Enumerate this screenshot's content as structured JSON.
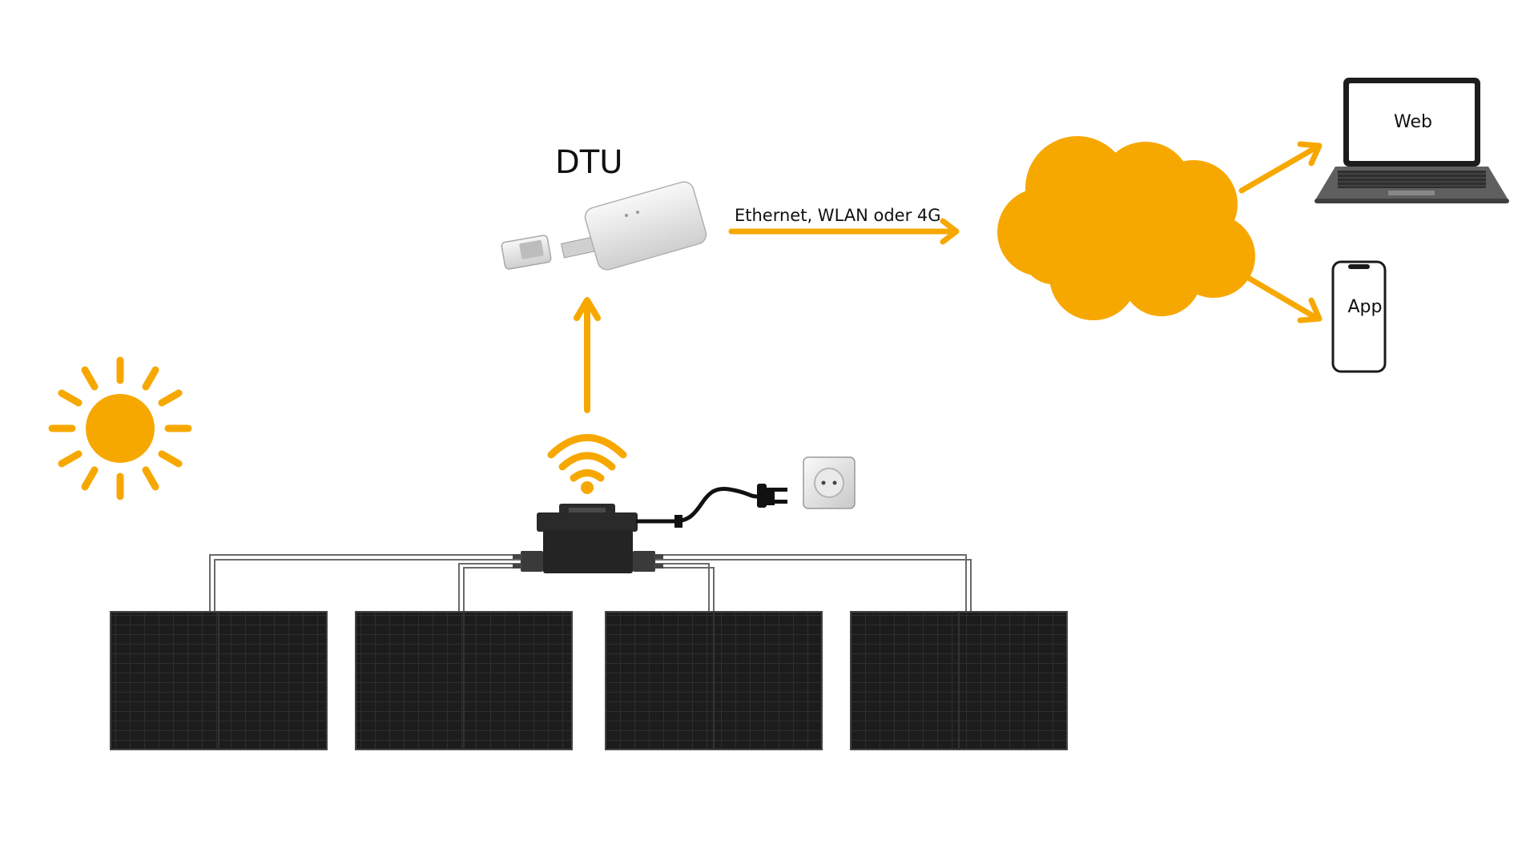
{
  "diagram": {
    "dtu_title": "DTU",
    "connection_label": "Ethernet, WLAN oder 4G",
    "web_label": "Web",
    "app_label": "App"
  },
  "colors": {
    "accent": "#F7A800",
    "panel": "#1c1c1c",
    "device": "#2a2a2a",
    "background": "#ffffff"
  },
  "icons": [
    "sun-icon",
    "wifi-icon",
    "plug-icon",
    "power-socket-icon",
    "cloud-icon",
    "laptop-icon",
    "smartphone-icon",
    "dtu-stick-icon",
    "inverter-icon",
    "solar-panel-icon"
  ]
}
